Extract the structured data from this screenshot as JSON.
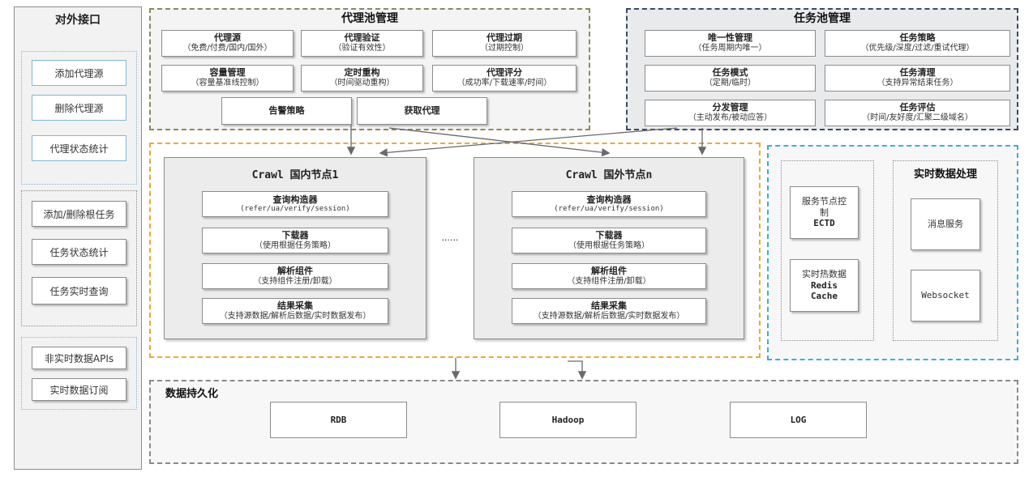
{
  "left_panel": {
    "title": "对外接口",
    "group1": [
      "添加代理源",
      "删除代理源",
      "代理状态统计"
    ],
    "group2": [
      "添加/删除根任务",
      "任务状态统计",
      "任务实时查询"
    ],
    "group3": [
      "非实时数据APIs",
      "实时数据订阅"
    ]
  },
  "proxy_pool": {
    "title": "代理池管理",
    "items": [
      {
        "title": "代理源",
        "sub": "（免费/付费/国内/国外）"
      },
      {
        "title": "代理验证",
        "sub": "（验证有效性）"
      },
      {
        "title": "代理过期",
        "sub": "（过期控制）"
      },
      {
        "title": "容量管理",
        "sub": "（容量基准线控制）"
      },
      {
        "title": "定时重构",
        "sub": "（时间驱动重构）"
      },
      {
        "title": "代理评分",
        "sub": "（成功率/下载速率/时间）"
      }
    ],
    "bottom": [
      "告警策略",
      "获取代理"
    ]
  },
  "task_pool": {
    "title": "任务池管理",
    "items": [
      {
        "title": "唯一性管理",
        "sub": "（任务周期内唯一）"
      },
      {
        "title": "任务策略",
        "sub": "（优先级/深度/过滤/重试代理）"
      },
      {
        "title": "任务模式",
        "sub": "（定期/临时）"
      },
      {
        "title": "任务清理",
        "sub": "（支持异常结束任务）"
      },
      {
        "title": "分发管理",
        "sub": "（主动发布/被动应答）"
      },
      {
        "title": "任务评估",
        "sub": "（时间/友好度/汇聚二级域名）"
      }
    ]
  },
  "crawl_nodes": {
    "ellipsis": "......",
    "nodes": [
      {
        "title": "Crawl 国内节点1"
      },
      {
        "title": "Crawl 国外节点n"
      }
    ],
    "modules": [
      {
        "title": "查询构造器",
        "sub": "(refer/ua/verify/session)"
      },
      {
        "title": "下载器",
        "sub": "（使用根据任务策略）"
      },
      {
        "title": "解析组件",
        "sub": "（支持组件注册/卸载）"
      },
      {
        "title": "结果采集",
        "sub": "（支持源数据/解析后数据/实时数据发布）"
      }
    ]
  },
  "realtime": {
    "title": "实时数据处理",
    "etcd": [
      "服务节点控",
      "制",
      "ECTD"
    ],
    "redis": [
      "实时热数据",
      "Redis",
      "Cache"
    ],
    "msg": "消息服务",
    "ws": "Websocket"
  },
  "persistence": {
    "title": "数据持久化",
    "items": [
      "RDB",
      "Hadoop",
      "LOG"
    ]
  },
  "colors": {
    "proxy_border": "#8a8a5a",
    "task_border": "#3a4a66",
    "task_bg": "#e9eaec",
    "crawl_border": "#f0a830",
    "realtime_border": "#3bb0d6",
    "node_bg": "#ececec",
    "arrow": "#6a6a6a"
  }
}
